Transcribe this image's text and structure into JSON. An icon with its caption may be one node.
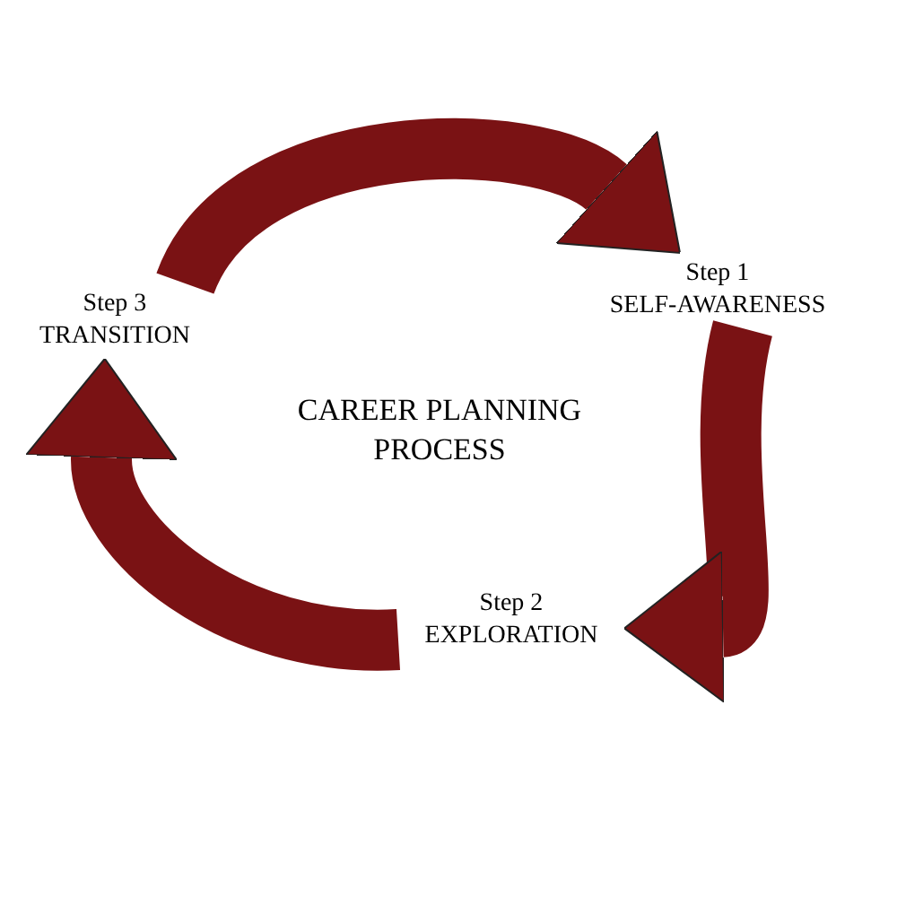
{
  "diagram": {
    "nodes": [
      {
        "text": [
          "Step 1",
          "SELF-AWARENESS"
        ]
      },
      {
        "text": [
          "Step 2",
          "EXPLORATION"
        ]
      },
      {
        "text": [
          "Step 3",
          "TRANSITION"
        ]
      }
    ],
    "edges": [
      {
        "from": 2,
        "to": 0,
        "arrow": "to"
      },
      {
        "from": 0,
        "to": 1,
        "arrow": "to"
      },
      {
        "from": 1,
        "to": 2,
        "arrow": "to"
      }
    ],
    "labels": [
      "CAREER PLANNING PROCESS"
    ]
  }
}
